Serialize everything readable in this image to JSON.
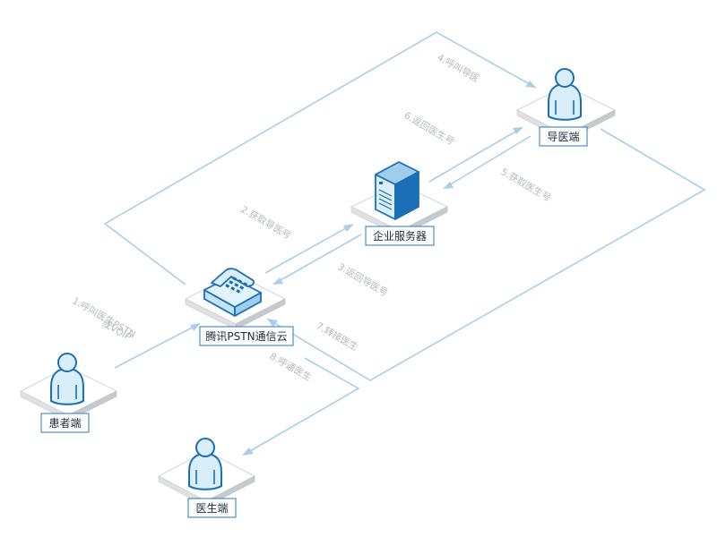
{
  "nodes": {
    "patient": {
      "label": "患者端"
    },
    "pstn": {
      "label": "腾讯PSTN通信云"
    },
    "server": {
      "label": "企业服务器"
    },
    "guide": {
      "label": "导医端"
    },
    "doctor": {
      "label": "医生端"
    }
  },
  "steps": {
    "s1_line1": "1.呼叫医生PSTN",
    "s1_line2": "或VOIP",
    "s2": "2.获取导医号",
    "s3": "3.返回导医号",
    "s4": "4.呼叫导医",
    "s5": "5.获取医生号",
    "s6": "6.返回医生号",
    "s7": "7.转接医生",
    "s8": "8.呼通医生"
  },
  "colors": {
    "connector": "#a9cfe8",
    "icon_stroke": "#1a6fb5",
    "icon_fill": "#d9eefa",
    "label_border": "#2a79bd",
    "step_text": "#b4b9bf"
  }
}
